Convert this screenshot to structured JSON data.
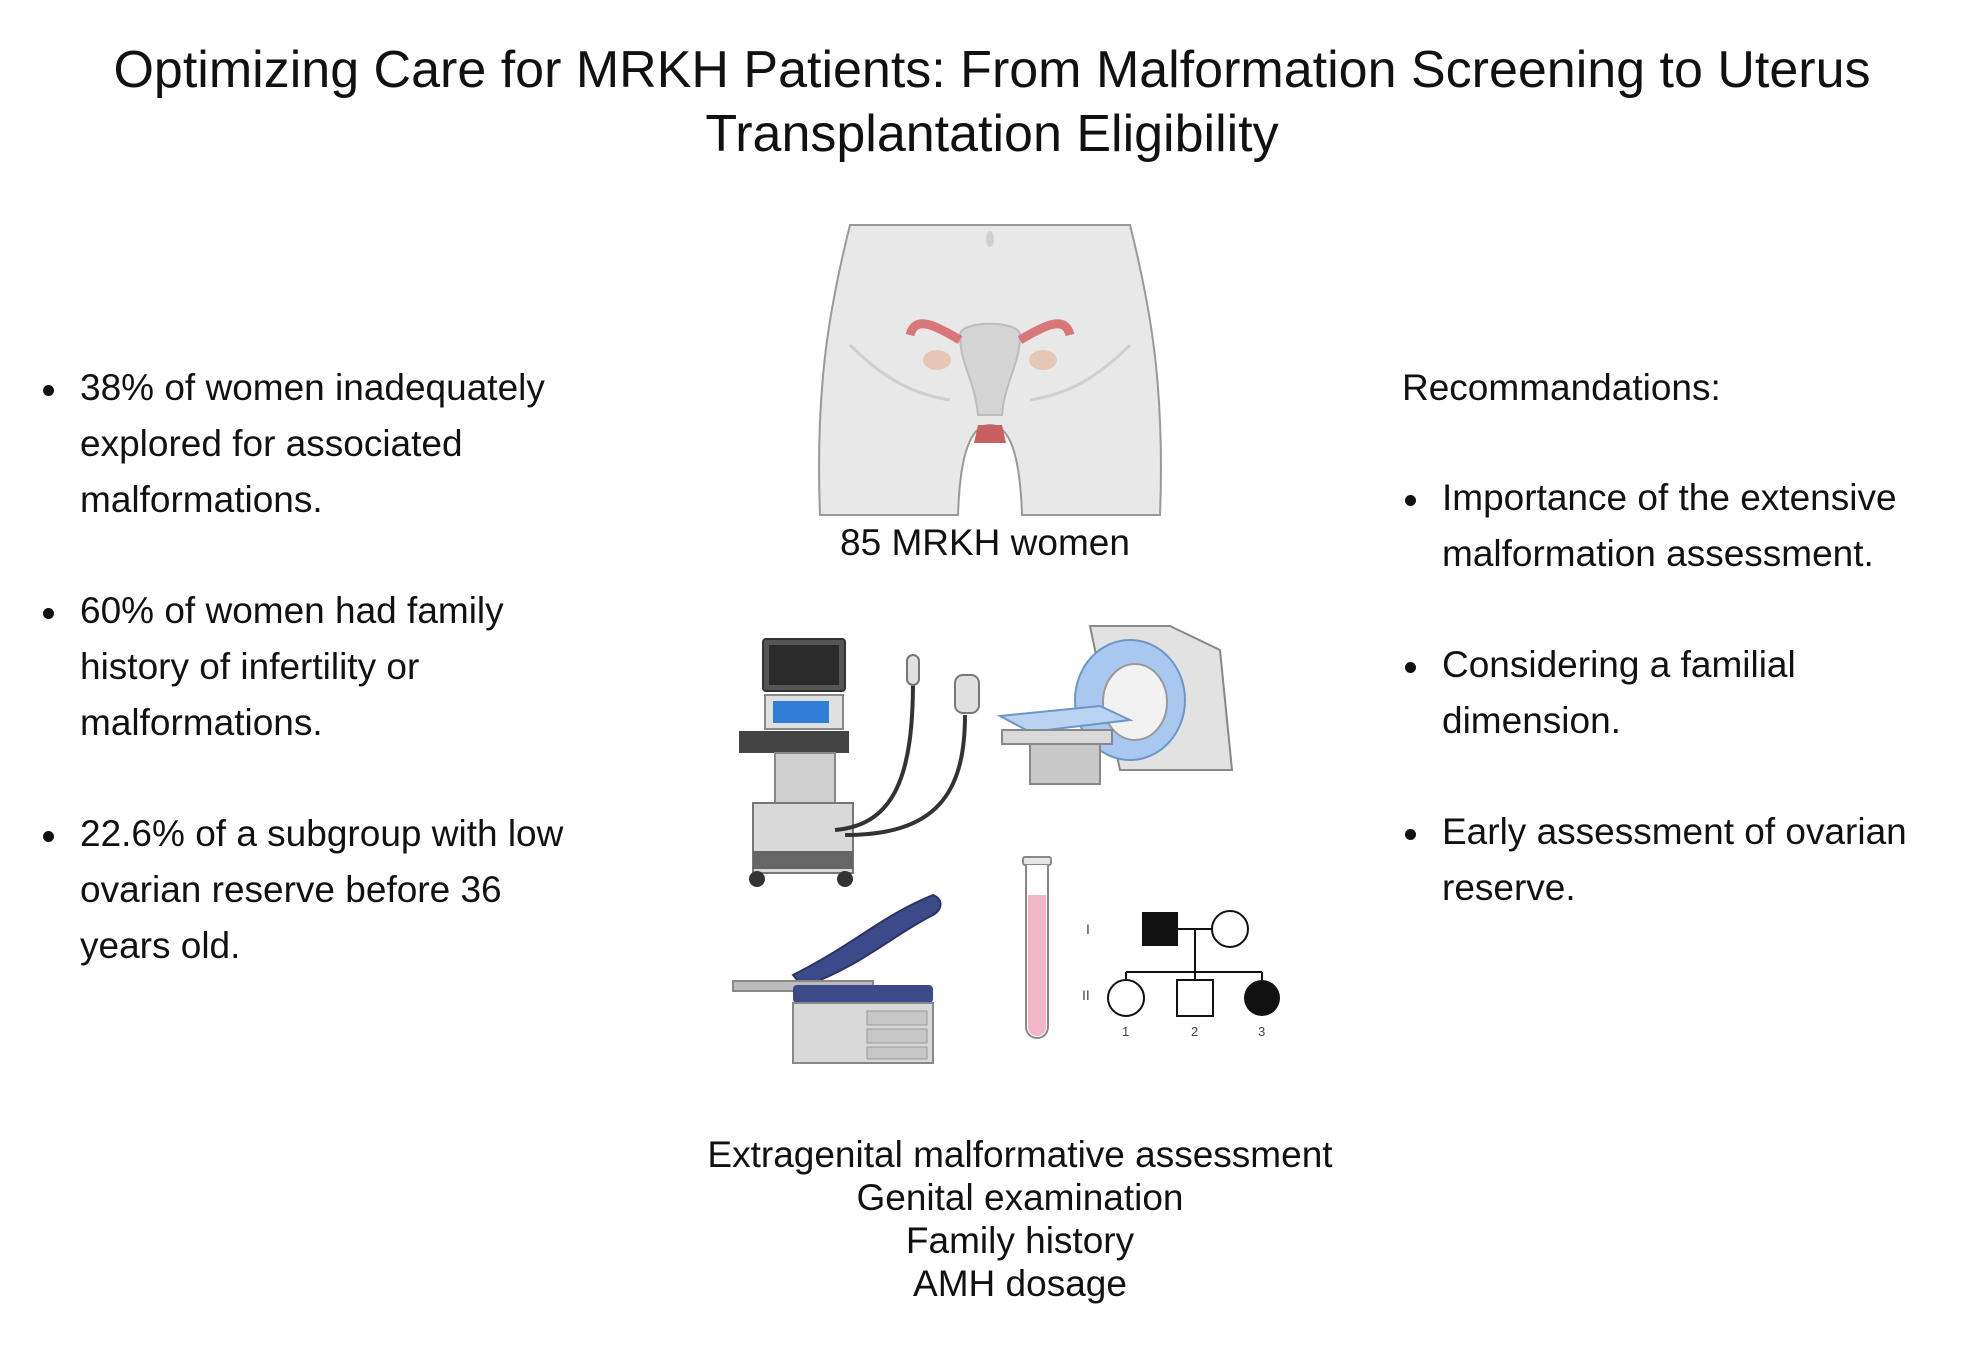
{
  "title": {
    "line1": "Optimizing Care for MRKH Patients: From Malformation Screening to Uterus",
    "line2": "Transplantation Eligibility"
  },
  "findings": [
    "38% of women inadequately explored for associated malformations.",
    "60% of women had family history of infertility or malformations.",
    "22.6% of a subgroup with low ovarian reserve before 36 years old."
  ],
  "center": {
    "cohort_label": "85 MRKH women",
    "assessments": [
      "Extragenital malformative assessment",
      "Genital examination",
      "Family history",
      "AMH dosage"
    ]
  },
  "pedigree": {
    "generations": [
      "I",
      "II"
    ],
    "individuals": [
      "1",
      "2",
      "3"
    ]
  },
  "recommendations": {
    "heading": "Recommandations:",
    "items": [
      "Importance of the extensive malformation assessment.",
      "Considering a familial dimension.",
      "Early assessment of ovarian reserve."
    ]
  },
  "icons": [
    "pelvis-anatomy-icon",
    "ultrasound-machine-icon",
    "mri-scanner-icon",
    "exam-table-icon",
    "blood-tube-icon",
    "pedigree-chart-icon"
  ],
  "colors": {
    "text": "#111111",
    "tissue": "#e6e6e6",
    "uterus": "#d9d9d9",
    "tube": "#d9767a",
    "scanner_ring": "#a9c8f0",
    "table_pad": "#3c4a8a",
    "tube_fluid": "#f2b6c8"
  }
}
